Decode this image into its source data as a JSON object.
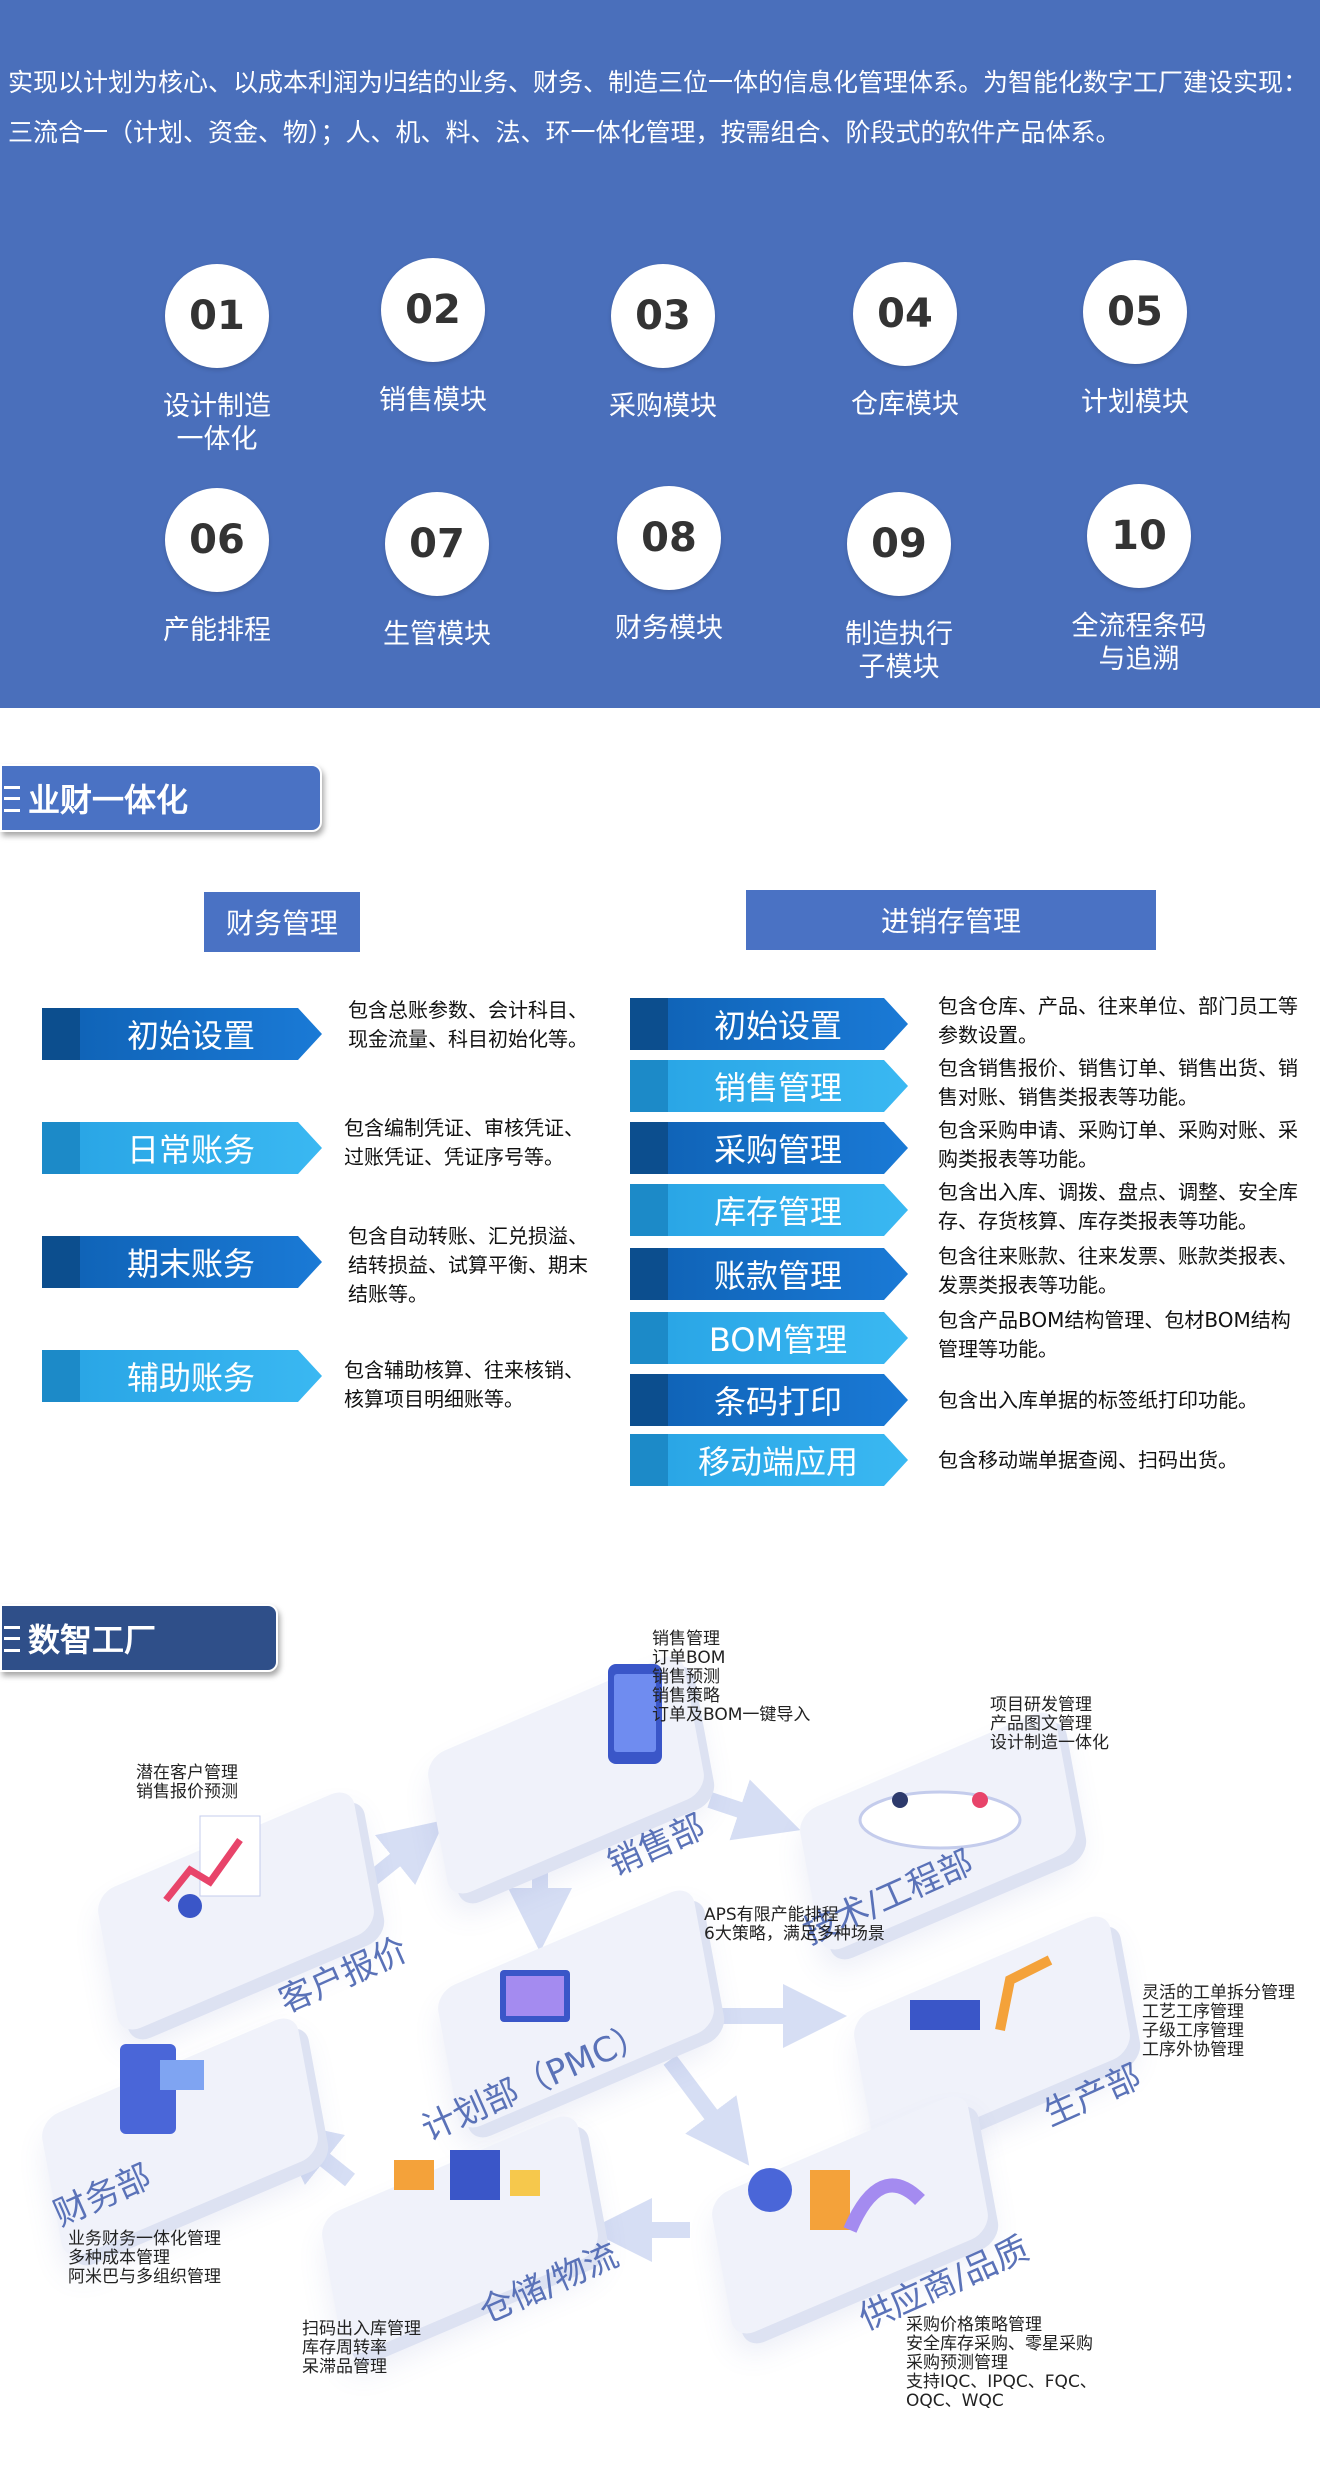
{
  "intro": "实现以计划为核心、以成本利润为归结的业务、财务、制造三位一体的信息化管理体系。为智能化数字工厂建设实现：三流合一（计划、资金、物）；人、机、料、法、环一体化管理，按需组合、阶段式的软件产品体系。",
  "modules": [
    {
      "num": "01",
      "label": "设计制造\n一体化"
    },
    {
      "num": "02",
      "label": "销售模块"
    },
    {
      "num": "03",
      "label": "采购模块"
    },
    {
      "num": "04",
      "label": "仓库模块"
    },
    {
      "num": "05",
      "label": "计划模块"
    },
    {
      "num": "06",
      "label": "产能排程"
    },
    {
      "num": "07",
      "label": "生管模块"
    },
    {
      "num": "08",
      "label": "财务模块"
    },
    {
      "num": "09",
      "label": "制造执行\n子模块"
    },
    {
      "num": "10",
      "label": "全流程条码\n与追溯"
    }
  ],
  "section1": {
    "title": "业财一体化",
    "finance": {
      "title": "财务管理",
      "items": [
        {
          "label": "初始设置",
          "desc": "包含总账参数、会计科目、现金流量、科目初始化等。"
        },
        {
          "label": "日常账务",
          "desc": "包含编制凭证、审核凭证、过账凭证、凭证序号等。"
        },
        {
          "label": "期末账务",
          "desc": "包含自动转账、汇兑损溢、结转损益、试算平衡、期末结账等。"
        },
        {
          "label": "辅助账务",
          "desc": "包含辅助核算、往来核销、核算项目明细账等。"
        }
      ]
    },
    "inventory": {
      "title": "进销存管理",
      "items": [
        {
          "label": "初始设置",
          "desc": "包含仓库、产品、往来单位、部门员工等参数设置。"
        },
        {
          "label": "销售管理",
          "desc": "包含销售报价、销售订单、销售出货、销售对账、销售类报表等功能。"
        },
        {
          "label": "采购管理",
          "desc": "包含采购申请、采购订单、采购对账、采购类报表等功能。"
        },
        {
          "label": "库存管理",
          "desc": "包含出入库、调拨、盘点、调整、安全库存、存货核算、库存类报表等功能。"
        },
        {
          "label": "账款管理",
          "desc": "包含往来账款、往来发票、账款类报表、发票类报表等功能。"
        },
        {
          "label": "BOM管理",
          "desc": "包含产品BOM结构管理、包材BOM结构管理等功能。"
        },
        {
          "label": "条码打印",
          "desc": "包含出入库单据的标签纸打印功能。"
        },
        {
          "label": "移动端应用",
          "desc": "包含移动端单据查阅、扫码出货。"
        }
      ]
    }
  },
  "section2": {
    "title": "数智工厂",
    "departments": {
      "sales": "销售部",
      "tech": "技术/工程部",
      "quote": "客户报价",
      "plan": "计划部（PMC）",
      "production": "生产部",
      "finance": "财务部",
      "warehouse": "仓储/物流",
      "supply": "供应商/品质"
    },
    "notes": {
      "sales": [
        "销售管理",
        "订单BOM",
        "销售预测",
        "销售策略",
        "订单及BOM一键导入"
      ],
      "tech": [
        "项目研发管理",
        "产品图文管理",
        "设计制造一体化"
      ],
      "quote": [
        "潜在客户管理",
        "销售报价预测"
      ],
      "plan": [
        "APS有限产能排程",
        "6大策略，满足多种场景"
      ],
      "production": [
        "灵活的工单拆分管理",
        "工艺工序管理",
        "子级工序管理",
        "工序外协管理"
      ],
      "finance": [
        "业务财务一体化管理",
        "多种成本管理",
        "阿米巴与多组织管理"
      ],
      "warehouse": [
        "扫码出入库管理",
        "库存周转率",
        "呆滞品管理"
      ],
      "supply": [
        "采购价格策略管理",
        "安全库存采购、零星采购",
        "采购预测管理",
        "支持IQC、IPQC、FQC、",
        "OQC、WQC"
      ]
    }
  },
  "colors": {
    "top_bg": "#4a6fbb",
    "accent_blue": "#4a72c4",
    "dept_text": "#5a72b8"
  }
}
